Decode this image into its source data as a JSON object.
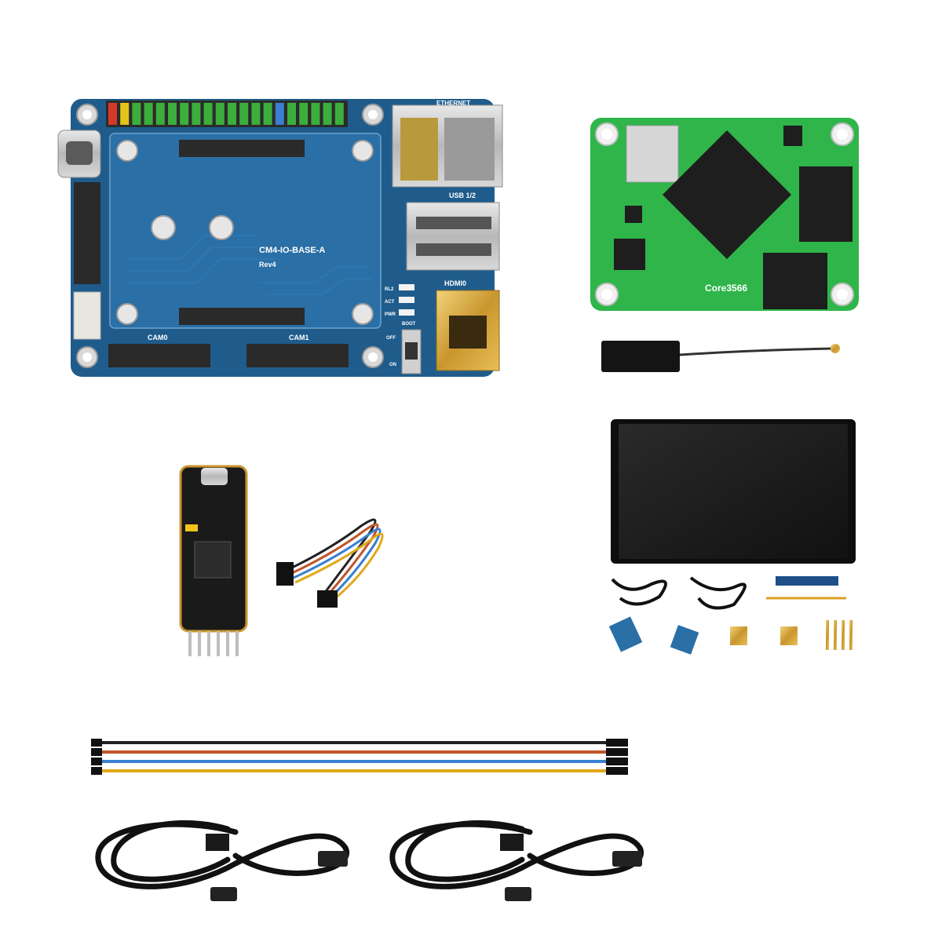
{
  "io_board": {
    "model_label": "CM4-IO-BASE-A",
    "revision_label": "Rev4",
    "ethernet_label": "ETHERNET",
    "usb_label": "USB 1/2",
    "hdmi_label": "HDMI0",
    "cam0_label": "CAM0",
    "cam1_label": "CAM1",
    "led_labels": [
      "RL2",
      "ACT",
      "PWR"
    ],
    "boot_label": "BOOT",
    "switch_off_label": "OFF",
    "switch_on_label": "ON"
  },
  "core_module": {
    "model_label": "Core3566"
  },
  "colors": {
    "io_board_pcb": "#1f5c8c",
    "core_module_pcb": "#2fb54a",
    "header_pins": "#3cae3c",
    "jumper_wire_colors": [
      "#222222",
      "#c0552a",
      "#3a7fd0",
      "#e0a81a"
    ]
  }
}
